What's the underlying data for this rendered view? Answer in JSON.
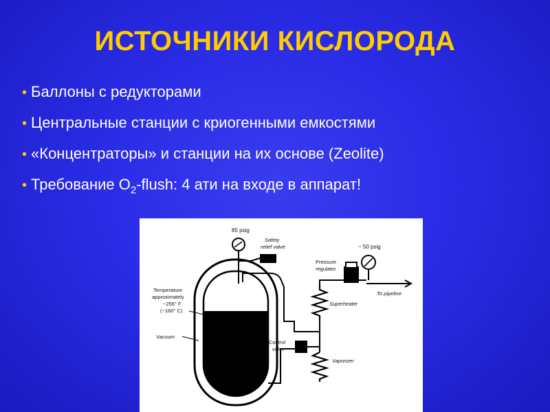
{
  "title": "ИСТОЧНИКИ КИСЛОРОДА",
  "bullets": [
    {
      "text": "Баллоны с редукторами"
    },
    {
      "text": "Центральные станции с криогенными емкостями"
    },
    {
      "text": "«Концентраторы» и станции на их основе (Zeolite)"
    },
    {
      "pre": "Требование O",
      "sub": "2",
      "post": "-flush: 4 ати на входе в аппарат!"
    }
  ],
  "bullet_marker": "•",
  "diagram": {
    "gauge_top": "85 psig",
    "safety_valve": [
      "Safety",
      "relief valve"
    ],
    "pressure_gauge": "~ 50 psig",
    "pressure_regulator": [
      "Pressure",
      "regulator"
    ],
    "pipeline": "To pipeline",
    "superheater": "Superheater",
    "temperature": [
      "Temperature",
      "approximately",
      "−256° F",
      "(−160° C)"
    ],
    "vacuum": "Vacuum",
    "control_valve": [
      "Control",
      "valve"
    ],
    "vaporizer": "Vaporizer"
  }
}
